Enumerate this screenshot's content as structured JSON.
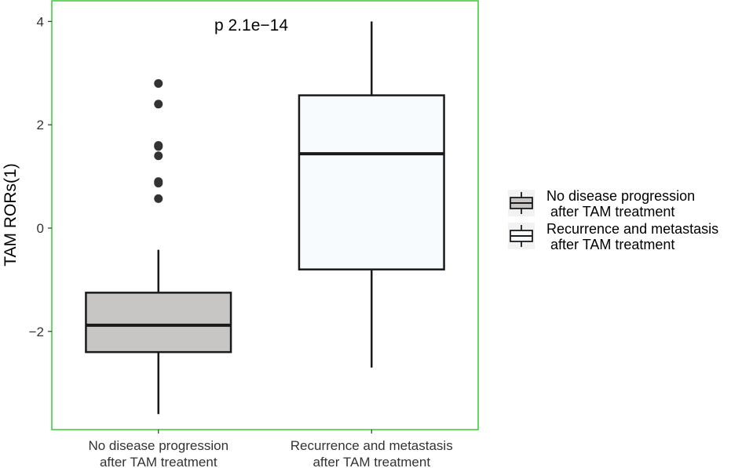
{
  "chart_data": {
    "type": "boxplot",
    "ylabel": "TAM RORs(1)",
    "ylim": [
      -3.9,
      4.4
    ],
    "yticks": [
      -2,
      0,
      2,
      4
    ],
    "ytick_labels": [
      "−2",
      "0",
      "2",
      "4"
    ],
    "annotation": "p 2.1e−14",
    "grid": false,
    "legend_position": "right",
    "panel_border_color": "#33cc33",
    "categories": [
      {
        "lines": [
          "No disease progression",
          "after TAM treatment"
        ]
      },
      {
        "lines": [
          "Recurrence and metastasis",
          "after TAM treatment"
        ]
      }
    ],
    "series": [
      {
        "legend_lines": [
          "No disease progression",
          " after TAM treatment"
        ],
        "fill": "#c8c5c5",
        "whisker_low": -3.6,
        "q1": -2.4,
        "median": -1.88,
        "q3": -1.25,
        "whisker_high": -0.42,
        "outliers": [
          2.8,
          2.4,
          1.6,
          1.58,
          1.4,
          0.9,
          0.87,
          0.57
        ]
      },
      {
        "legend_lines": [
          "Recurrence and metastasis",
          " after TAM treatment"
        ],
        "fill": "#f8fbfd",
        "whisker_low": -2.7,
        "q1": -0.8,
        "median": 1.44,
        "q3": 2.57,
        "whisker_high": 4.0,
        "outliers": []
      }
    ]
  }
}
